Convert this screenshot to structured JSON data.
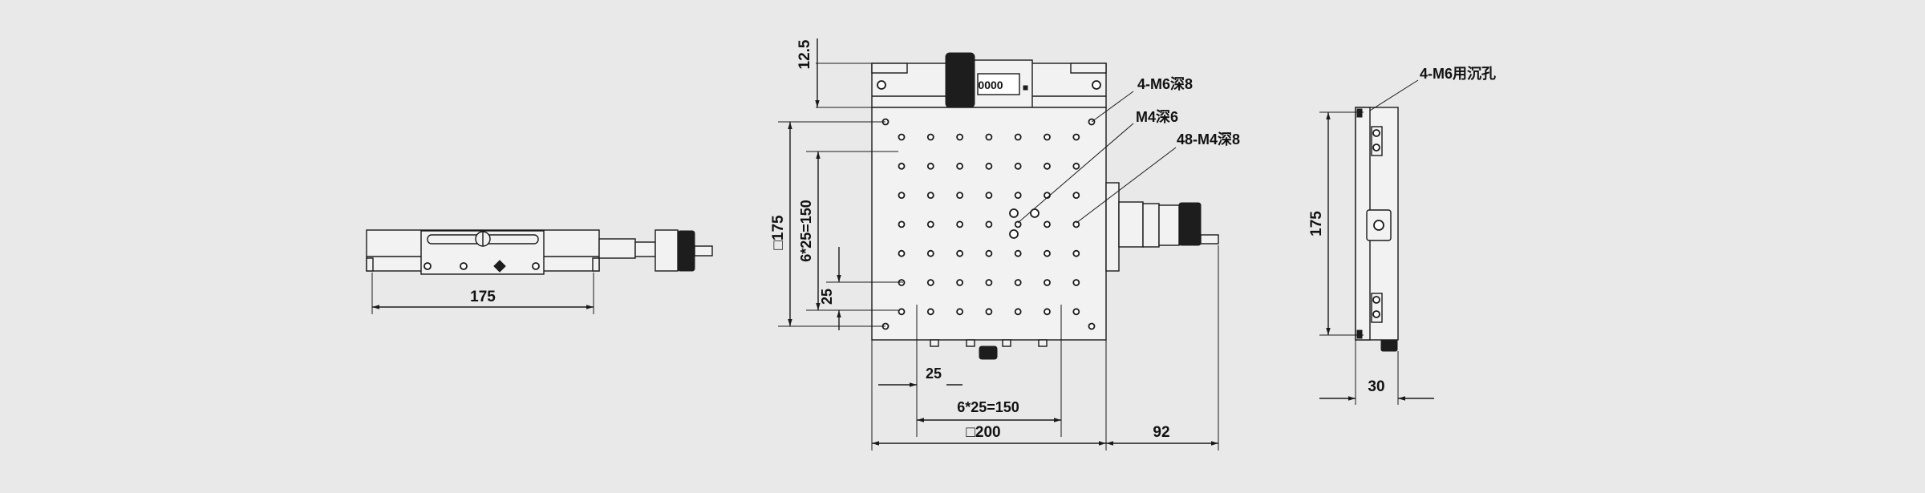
{
  "dimensions": {
    "left_width": "175",
    "top_height": "12.5",
    "top_side": "□175",
    "top_pitch_vertical": "6*25=150",
    "top_edge_offset_vertical": "25",
    "top_edge_offset_horizontal": "25",
    "top_pitch_horizontal": "6*25=150",
    "top_width": "□200",
    "micrometer_overhang": "92",
    "side_height": "175",
    "side_thickness": "30"
  },
  "callouts": {
    "corner_holes": "4-M6深8",
    "center_hole": "M4深6",
    "grid_holes": "48-M4深8",
    "side_mount_holes": "4-M6用沉孔"
  },
  "readout": {
    "display": "0000"
  },
  "hole_grid": {
    "rows": 7,
    "cols": 7
  },
  "colors": {
    "background": "#e9e9e9",
    "line": "#1a1a1a",
    "part": "#f2f2f2"
  }
}
